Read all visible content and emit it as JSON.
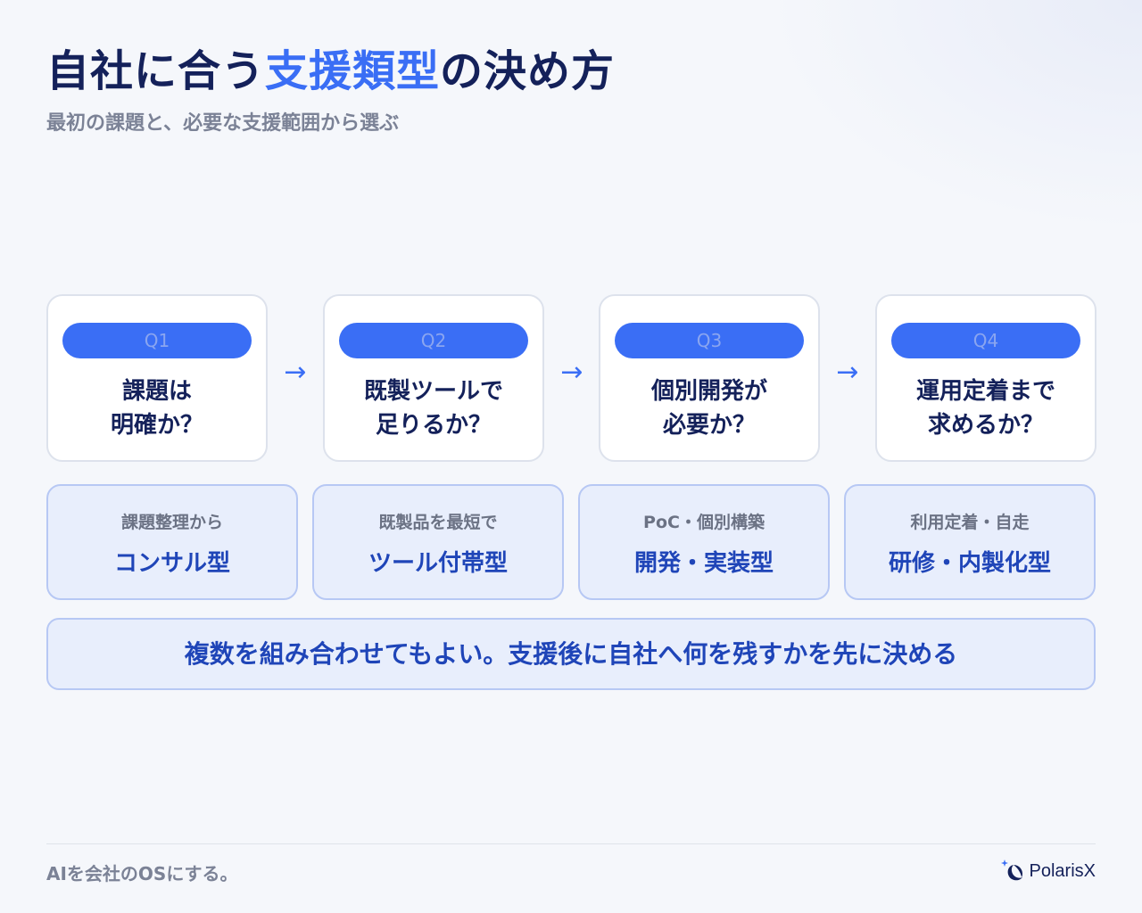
{
  "title": {
    "part1": "自社に合う",
    "accent": "支援類型",
    "part2": "の決め方"
  },
  "subtitle": "最初の課題と、必要な支援範囲から選ぶ",
  "questions": [
    {
      "label": "Q1",
      "text": "課題は\n明確か？"
    },
    {
      "label": "Q2",
      "text": "既製ツールで\n足りるか？"
    },
    {
      "label": "Q3",
      "text": "個別開発が\n必要か？"
    },
    {
      "label": "Q4",
      "text": "運用定着まで\n求めるか？"
    }
  ],
  "arrow": "→",
  "types": [
    {
      "sub": "課題整理から",
      "main": "コンサル型"
    },
    {
      "sub": "既製品を最短で",
      "main": "ツール付帯型"
    },
    {
      "sub": "PoC・個別構築",
      "main": "開発・実装型"
    },
    {
      "sub": "利用定着・自走",
      "main": "研修・内製化型"
    }
  ],
  "note": "複数を組み合わせてもよい。支援後に自社へ何を残すかを先に決める",
  "footer": {
    "tagline": "AIを会社のOSにする。",
    "logo_text": "PolarisX",
    "logo_icon": "polaris-star-moon-icon"
  },
  "colors": {
    "accent": "#3a6ef5",
    "navy": "#14215a",
    "type_text": "#1f45b8",
    "card_bg": "#e8eefc"
  }
}
